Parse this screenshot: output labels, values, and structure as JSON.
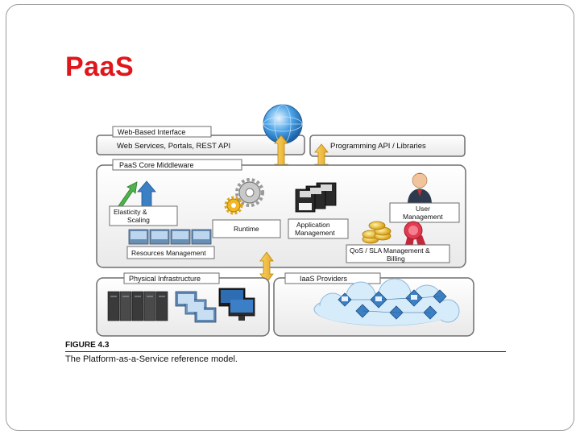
{
  "slide_title": "PaaS",
  "figure": {
    "layers": {
      "web_interface": {
        "label": "Web-Based Interface",
        "content": "Web Services, Portals, REST API"
      },
      "programming_api": {
        "content": "Programming API / Libraries"
      },
      "core_middleware": {
        "label": "PaaS Core Middleware",
        "components": {
          "elasticity": "Elasticity &\nScaling",
          "runtime": "Runtime",
          "app_management": "Application\nManagement",
          "user_management": "User\nManagement",
          "resources_management": "Resources Management",
          "qos": "QoS / SLA Management &\nBilling"
        }
      },
      "physical_infrastructure": {
        "label": "Physical Infrastructure"
      },
      "iaas_providers": {
        "label": "IaaS Providers"
      }
    },
    "caption": {
      "heading": "FIGURE 4.3",
      "text": "The Platform-as-a-Service reference model."
    }
  },
  "colors": {
    "title": "#e0161b",
    "box_border": "#6e6e6e",
    "label_fill": "#ffffff",
    "arrow_fill": "#f6c24a",
    "icon_blue": "#3b7fc4",
    "icon_green": "#4db34a"
  }
}
